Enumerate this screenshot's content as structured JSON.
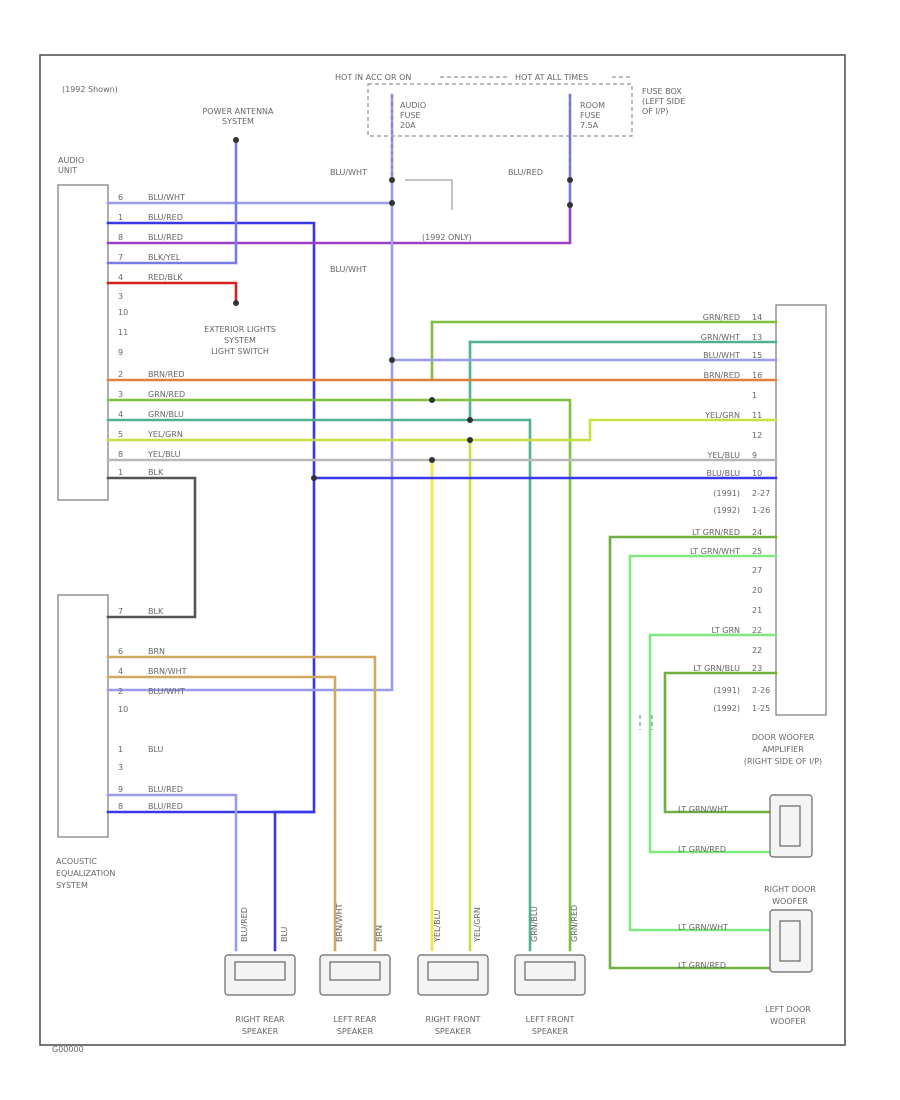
{
  "colors": {
    "blu": "#3838e8",
    "blu_wht": "#9a9aee",
    "blu_red": "#7a7ae6",
    "blu_red_m": "#9a40c8",
    "red_blk": "#d82020",
    "blk": "#555555",
    "gry": "#b8b8b8",
    "grn": "#40c040",
    "grn_red": "#80c040",
    "grn_wht": "#50b090",
    "brn": "#d0a860",
    "brn_red": "#e08040",
    "yel": "#e8e840",
    "yel_red": "#dddd60",
    "yel_grn": "#c8e040",
    "lt_grn": "#80e880",
    "lt_grn_red": "#70b040"
  },
  "labels": {
    "year": "(1992 Shown)",
    "hot": "HOT IN ACC OR ON",
    "hot_all": "HOT AT ALL TIMES",
    "fuse_box": [
      "FUSE BOX",
      "(LEFT SIDE",
      "OF I/P)"
    ],
    "audio_fuse": [
      "AUDIO",
      "FUSE",
      "20A"
    ],
    "room_fuse": [
      "ROOM",
      "FUSE",
      "7.5A"
    ],
    "power_antenna": [
      "POWER ANTENNA",
      "SYSTEM"
    ],
    "audio_unit": [
      "AUDIO",
      "UNIT"
    ],
    "blu_wht": "BLU/WHT",
    "blu_red": "BLU/RED",
    "note_1992": "(1992 ONLY)",
    "ext_lights": [
      "EXTERIOR LIGHTS",
      "SYSTEM",
      "LIGHT SWITCH"
    ],
    "acoustic": [
      "ACOUSTIC",
      "EQUALIZATION",
      "SYSTEM"
    ],
    "door_amp": [
      "DOOR WOOFER",
      "AMPLIFIER",
      "(RIGHT SIDE OF I/P)"
    ],
    "right_woofer": [
      "RIGHT DOOR",
      "WOOFER"
    ],
    "left_woofer": [
      "LEFT DOOR",
      "WOOFER"
    ],
    "spk_rr": [
      "RIGHT REAR",
      "SPEAKER"
    ],
    "spk_lr": [
      "LEFT REAR",
      "SPEAKER"
    ],
    "spk_rf": [
      "RIGHT FRONT",
      "SPEAKER"
    ],
    "spk_lf": [
      "LEFT FRONT",
      "SPEAKER"
    ],
    "corner": "G00000"
  },
  "audio_left": [
    {
      "pin": "6",
      "wire": "BLU/WHT"
    },
    {
      "pin": "1",
      "wire": "BLU/RED"
    },
    {
      "pin": "8",
      "wire": "BLU/RED"
    },
    {
      "pin": "7",
      "wire": "BLK/YEL"
    },
    {
      "pin": "4",
      "wire": "RED/BLK"
    },
    {
      "pin": "3",
      "wire": ""
    },
    {
      "pin": "10",
      "wire": ""
    },
    {
      "pin": "11",
      "wire": ""
    },
    {
      "pin": "9",
      "wire": ""
    },
    {
      "pin": "2",
      "wire": "BRN/RED"
    },
    {
      "pin": "3",
      "wire": "GRN/RED"
    },
    {
      "pin": "4",
      "wire": "GRN/BLU"
    },
    {
      "pin": "5",
      "wire": "YEL/GRN"
    },
    {
      "pin": "8",
      "wire": "YEL/BLU"
    },
    {
      "pin": "1",
      "wire": "BLK"
    }
  ],
  "acoustic_left": [
    {
      "pin": "7",
      "wire": "BLK"
    },
    {
      "pin": "6",
      "wire": "BRN"
    },
    {
      "pin": "4",
      "wire": "BRN/WHT"
    },
    {
      "pin": "2",
      "wire": "BLU/WHT"
    },
    {
      "pin": "10",
      "wire": ""
    },
    {
      "pin": "1",
      "wire": "BLU"
    },
    {
      "pin": "3",
      "wire": ""
    },
    {
      "pin": "9",
      "wire": "BLU/RED"
    },
    {
      "pin": "8",
      "wire": "BLU/RED"
    }
  ],
  "amp_rows": [
    {
      "text": "GRN/RED",
      "pin": "14"
    },
    {
      "text": "GRN/WHT",
      "pin": "13"
    },
    {
      "text": "BLU/WHT",
      "pin": "15"
    },
    {
      "text": "BRN/RED",
      "pin": "16"
    },
    {
      "text": "",
      "pin": "1"
    },
    {
      "text": "YEL/GRN",
      "pin": "11"
    },
    {
      "text": "",
      "pin": "12"
    },
    {
      "text": "YEL/BLU",
      "pin": "9"
    },
    {
      "text": "BLU/BLU",
      "pin": "10"
    },
    {
      "text": "(1991)",
      "pin": "2-27"
    },
    {
      "text": "(1992)",
      "pin": "1-26"
    },
    {
      "text": "LT GRN/RED",
      "pin": "24"
    },
    {
      "text": "LT GRN/WHT",
      "pin": "25"
    },
    {
      "text": "",
      "pin": "27"
    },
    {
      "text": "",
      "pin": "20"
    },
    {
      "text": "",
      "pin": "21"
    },
    {
      "text": "LT GRN",
      "pin": "22"
    },
    {
      "text": "",
      "pin": "22"
    },
    {
      "text": "LT GRN/BLU",
      "pin": "23"
    },
    {
      "text": "(1991)",
      "pin": "2-26"
    },
    {
      "text": "(1992)",
      "pin": "1-25"
    }
  ],
  "woofer_wires": [
    {
      "text": "LT GRN/WHT"
    },
    {
      "text": "LT GRN/RED"
    },
    {
      "text": "LT GRN/WHT"
    },
    {
      "text": "LT GRN/RED"
    }
  ],
  "speaker_wires": [
    "BLU/RED",
    "BLU",
    "BRN/WHT",
    "BRN",
    "YEL/BLU",
    "YEL/GRN",
    "GRN/BLU",
    "GRN/RED"
  ]
}
